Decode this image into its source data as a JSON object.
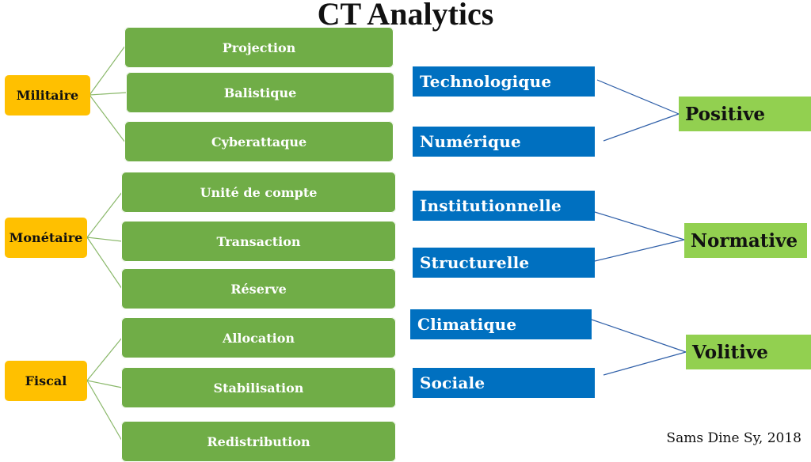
{
  "title": "CT Analytics",
  "left_groups": [
    {
      "label": "Militaire",
      "items": [
        "Projection",
        "Balistique",
        "Cyberattaque"
      ]
    },
    {
      "label": "Monétaire",
      "items": [
        "Unité de compte",
        "Transaction",
        "Réserve"
      ]
    },
    {
      "label": "Fiscal",
      "items": [
        "Allocation",
        "Stabilisation",
        "Redistribution"
      ]
    }
  ],
  "right_groups": [
    {
      "label": "Positive",
      "items": [
        "Technologique",
        "Numérique"
      ]
    },
    {
      "label": "Normative",
      "items": [
        "Institutionnelle",
        "Structurelle"
      ]
    },
    {
      "label": "Volitive",
      "items": [
        "Climatique",
        "Sociale"
      ]
    }
  ],
  "credit": "Sams Dine Sy, 2018",
  "colors": {
    "orange": "#ffc000",
    "green": "#70ad47",
    "blue": "#0070c0",
    "lime": "#92d050",
    "green_line": "#8ab86a",
    "blue_line": "#2f5fa8"
  }
}
